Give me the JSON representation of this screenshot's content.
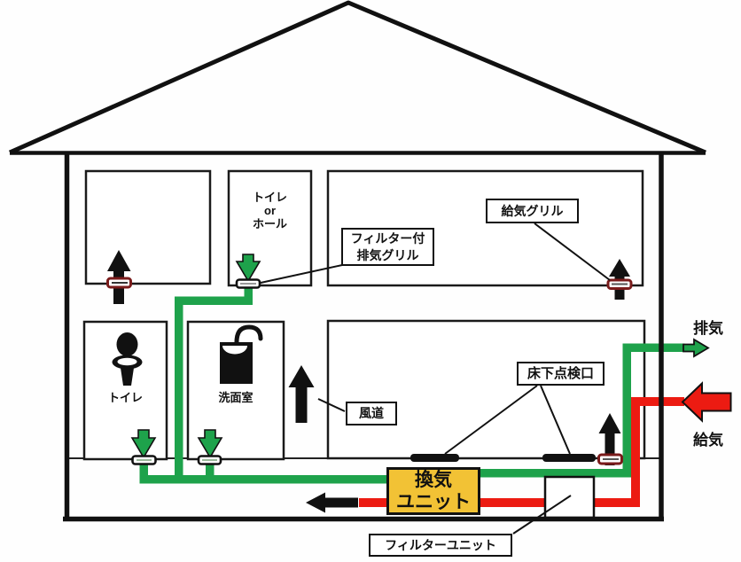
{
  "diagram": {
    "rooms": {
      "toilet_hall": [
        "トイレ",
        "or",
        "ホール"
      ],
      "toilet": "トイレ",
      "washroom": "洗面室"
    },
    "callouts": {
      "supply_grille": "給気グリル",
      "filtered_exhaust_grille": [
        "フィルター付",
        "排気グリル"
      ],
      "air_duct": "風道",
      "underfloor_access_port": "床下点検口",
      "filter_unit": "フィルターユニット"
    },
    "ventilation_unit": [
      "換気",
      "ユニット"
    ],
    "flows": {
      "exhaust": "排気",
      "supply": "給気"
    },
    "colors": {
      "exhaust_duct_green": "#1EA24B",
      "supply_duct_red": "#EC1B12",
      "unit_yellow": "#F2C235",
      "supply_grille_maroon": "#7A1B1B"
    }
  }
}
